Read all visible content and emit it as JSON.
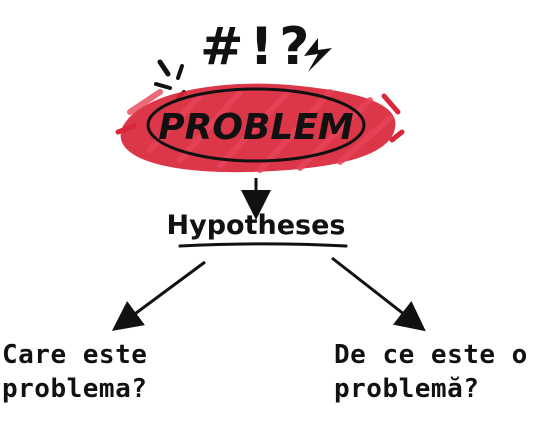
{
  "diagram": {
    "exclamation_text": "#!?",
    "problem_label": "PROBLEM",
    "hypotheses_label": "Hypotheses",
    "colors": {
      "scribble": "#d8263a",
      "ink": "#111111",
      "background": "#ffffff"
    },
    "questions": {
      "left": {
        "line1": "Care este",
        "line2": "problema?"
      },
      "right": {
        "line1": "De ce este o",
        "line2": "problemă?"
      }
    }
  }
}
